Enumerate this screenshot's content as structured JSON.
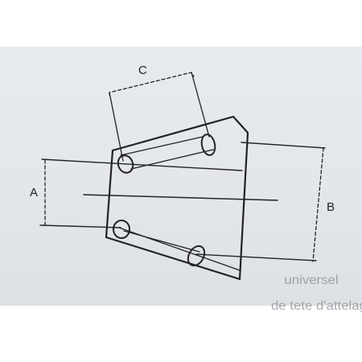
{
  "labels": {
    "a": "A",
    "b": "B",
    "c": "C"
  },
  "background_text": {
    "line1": "universel",
    "line2": "de tete d'attelage"
  },
  "colors": {
    "ink": "#222222",
    "paper": "#ffffff",
    "scan_background": "#e4e7eb",
    "ghost_text": "#8a8d92"
  }
}
